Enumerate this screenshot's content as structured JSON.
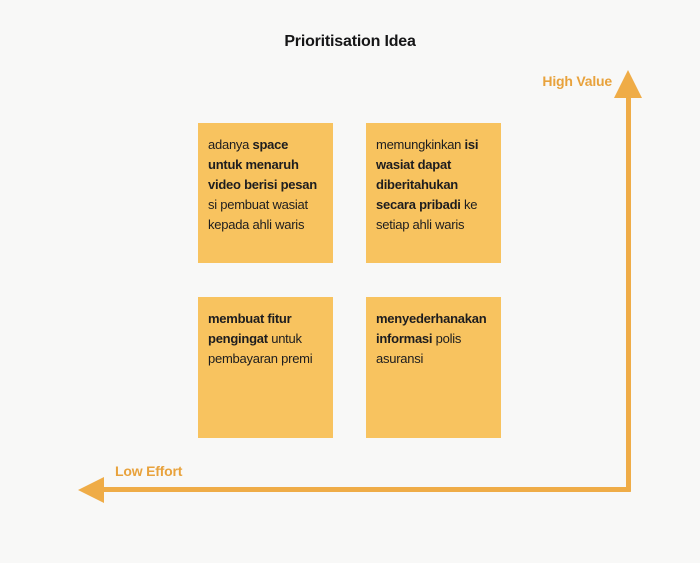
{
  "title": "Prioritisation Idea",
  "colors": {
    "background": "#F8F8F7",
    "note": "#F8C35F",
    "axis": "#EFAC47",
    "axis_label": "#E8A23C",
    "ink": "#1D1D1F"
  },
  "axes": {
    "vertical_label": "High Value",
    "horizontal_label": "Low Effort",
    "vertical_direction": "up",
    "horizontal_direction": "left"
  },
  "notes": [
    {
      "position": "top-left",
      "quadrant": "high-value / low-effort",
      "segments": [
        {
          "text": "adanya ",
          "bold": false
        },
        {
          "text": "space untuk menaruh video berisi pesan",
          "bold": true
        },
        {
          "text": " si pembuat wasiat kepada ahli waris",
          "bold": false
        }
      ]
    },
    {
      "position": "top-right",
      "quadrant": "high-value / high-effort",
      "segments": [
        {
          "text": "memungkinkan ",
          "bold": false
        },
        {
          "text": "isi wasiat dapat diberitahukan secara pribadi",
          "bold": true
        },
        {
          "text": " ke setiap ahli waris",
          "bold": false
        }
      ]
    },
    {
      "position": "bottom-left",
      "quadrant": "low-value / low-effort",
      "segments": [
        {
          "text": "membuat fitur pengingat",
          "bold": true
        },
        {
          "text": " untuk pembayaran premi",
          "bold": false
        }
      ]
    },
    {
      "position": "bottom-right",
      "quadrant": "low-value / high-effort",
      "segments": [
        {
          "text": "menyederhanakan informasi",
          "bold": true
        },
        {
          "text": " polis asuransi",
          "bold": false
        }
      ]
    }
  ]
}
